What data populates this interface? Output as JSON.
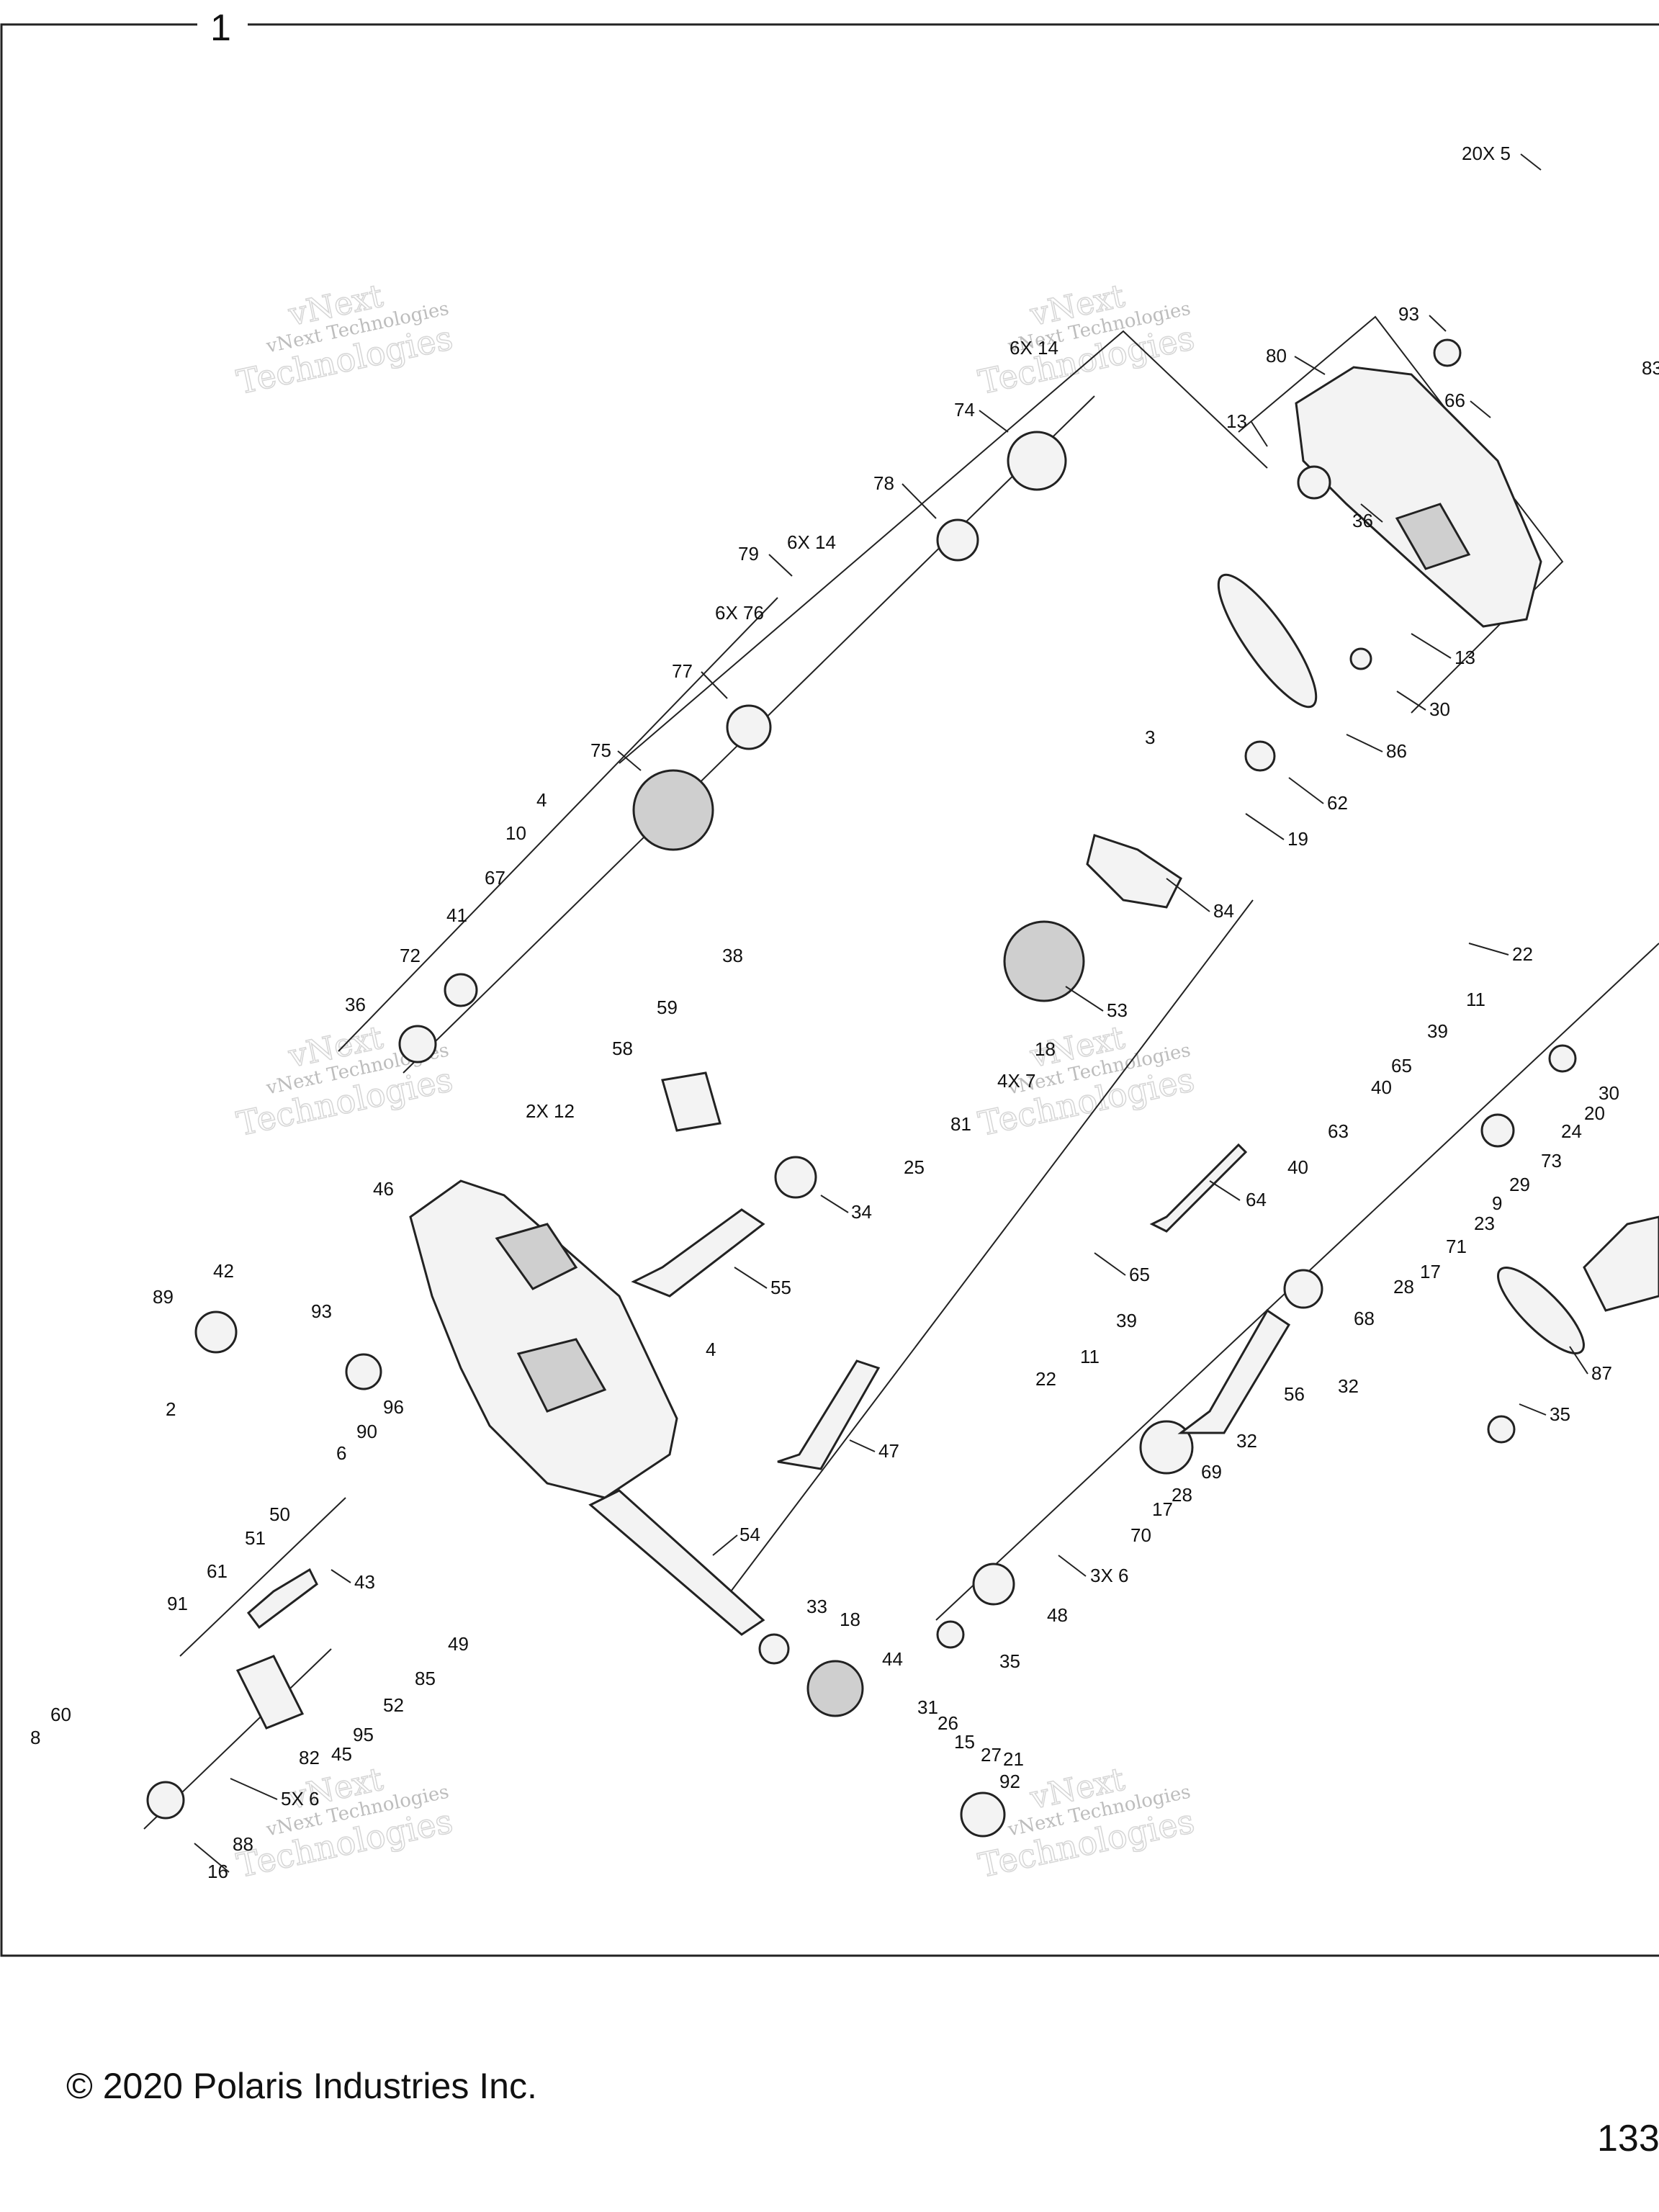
{
  "frame": {
    "label": "1"
  },
  "watermark": {
    "line1": "vNext Technologies",
    "line2": "vNext",
    "line3": "Technologies"
  },
  "callouts": [
    "20X 5",
    "83",
    "93",
    "80",
    "66",
    "13",
    "36",
    "6X 14",
    "74",
    "78",
    "79",
    "6X 14",
    "6X 76",
    "77",
    "75",
    "4",
    "10",
    "67",
    "41",
    "72",
    "36",
    "86",
    "30",
    "13",
    "3",
    "62",
    "19",
    "84",
    "22",
    "11",
    "39",
    "65",
    "53",
    "40",
    "63",
    "40",
    "18",
    "4X 7",
    "81",
    "25",
    "34",
    "55",
    "64",
    "65",
    "39",
    "11",
    "22",
    "30",
    "20",
    "24",
    "73",
    "29",
    "9",
    "23",
    "71",
    "17",
    "28",
    "68",
    "32",
    "56",
    "32",
    "69",
    "28",
    "17",
    "70",
    "3X 6",
    "48",
    "35",
    "87",
    "35",
    "38",
    "59",
    "58",
    "2X 12",
    "46",
    "42",
    "89",
    "93",
    "4",
    "47",
    "2",
    "96",
    "90",
    "6",
    "50",
    "51",
    "43",
    "61",
    "91",
    "54",
    "33",
    "18",
    "44",
    "49",
    "85",
    "52",
    "95",
    "45",
    "82",
    "60",
    "8",
    "5X 6",
    "88",
    "16",
    "31",
    "26",
    "15",
    "27",
    "21",
    "92"
  ],
  "footer": {
    "copyright": "© 2020 Polaris Industries Inc.",
    "page": "133"
  }
}
